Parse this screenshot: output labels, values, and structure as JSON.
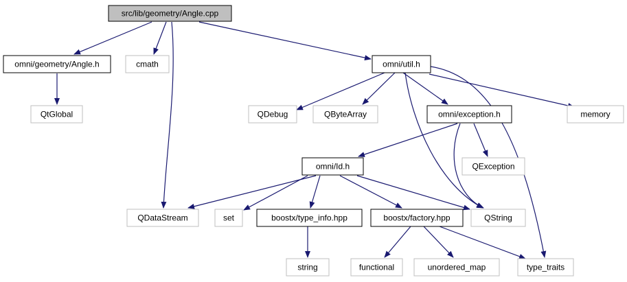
{
  "diagram": {
    "colors": {
      "edge": "#191970",
      "node_border": "#000000",
      "external_border": "#bfbfbf",
      "root_fill": "#bfbfbf",
      "fill": "#ffffff"
    },
    "nodes": [
      {
        "id": "root",
        "label": "src/lib/geometry/Angle.cpp",
        "style": "root"
      },
      {
        "id": "angle_h",
        "label": "omni/geometry/Angle.h",
        "style": "doc"
      },
      {
        "id": "cmath",
        "label": "cmath",
        "style": "external"
      },
      {
        "id": "util_h",
        "label": "omni/util.h",
        "style": "doc"
      },
      {
        "id": "qtglobal",
        "label": "QtGlobal",
        "style": "external"
      },
      {
        "id": "qdebug",
        "label": "QDebug",
        "style": "external"
      },
      {
        "id": "qbytearray",
        "label": "QByteArray",
        "style": "external"
      },
      {
        "id": "exception_h",
        "label": "omni/exception.h",
        "style": "doc"
      },
      {
        "id": "memory",
        "label": "memory",
        "style": "external"
      },
      {
        "id": "id_h",
        "label": "omni/Id.h",
        "style": "doc"
      },
      {
        "id": "qexception",
        "label": "QException",
        "style": "external"
      },
      {
        "id": "qdatastream",
        "label": "QDataStream",
        "style": "external"
      },
      {
        "id": "set",
        "label": "set",
        "style": "external"
      },
      {
        "id": "type_info",
        "label": "boostx/type_info.hpp",
        "style": "doc"
      },
      {
        "id": "factory",
        "label": "boostx/factory.hpp",
        "style": "doc"
      },
      {
        "id": "qstring",
        "label": "QString",
        "style": "external"
      },
      {
        "id": "string",
        "label": "string",
        "style": "external"
      },
      {
        "id": "functional",
        "label": "functional",
        "style": "external"
      },
      {
        "id": "unordered_map",
        "label": "unordered_map",
        "style": "external"
      },
      {
        "id": "type_traits",
        "label": "type_traits",
        "style": "external"
      }
    ],
    "edges": [
      {
        "from": "root",
        "to": "angle_h"
      },
      {
        "from": "root",
        "to": "cmath"
      },
      {
        "from": "root",
        "to": "util_h"
      },
      {
        "from": "root",
        "to": "qdatastream"
      },
      {
        "from": "angle_h",
        "to": "qtglobal"
      },
      {
        "from": "util_h",
        "to": "qdebug"
      },
      {
        "from": "util_h",
        "to": "qbytearray"
      },
      {
        "from": "util_h",
        "to": "exception_h"
      },
      {
        "from": "util_h",
        "to": "memory"
      },
      {
        "from": "util_h",
        "to": "qstring"
      },
      {
        "from": "util_h",
        "to": "type_traits"
      },
      {
        "from": "exception_h",
        "to": "id_h"
      },
      {
        "from": "exception_h",
        "to": "qexception"
      },
      {
        "from": "exception_h",
        "to": "qstring"
      },
      {
        "from": "id_h",
        "to": "qdatastream"
      },
      {
        "from": "id_h",
        "to": "set"
      },
      {
        "from": "id_h",
        "to": "type_info"
      },
      {
        "from": "id_h",
        "to": "factory"
      },
      {
        "from": "id_h",
        "to": "qstring"
      },
      {
        "from": "type_info",
        "to": "string"
      },
      {
        "from": "factory",
        "to": "functional"
      },
      {
        "from": "factory",
        "to": "unordered_map"
      },
      {
        "from": "factory",
        "to": "type_traits"
      }
    ]
  }
}
